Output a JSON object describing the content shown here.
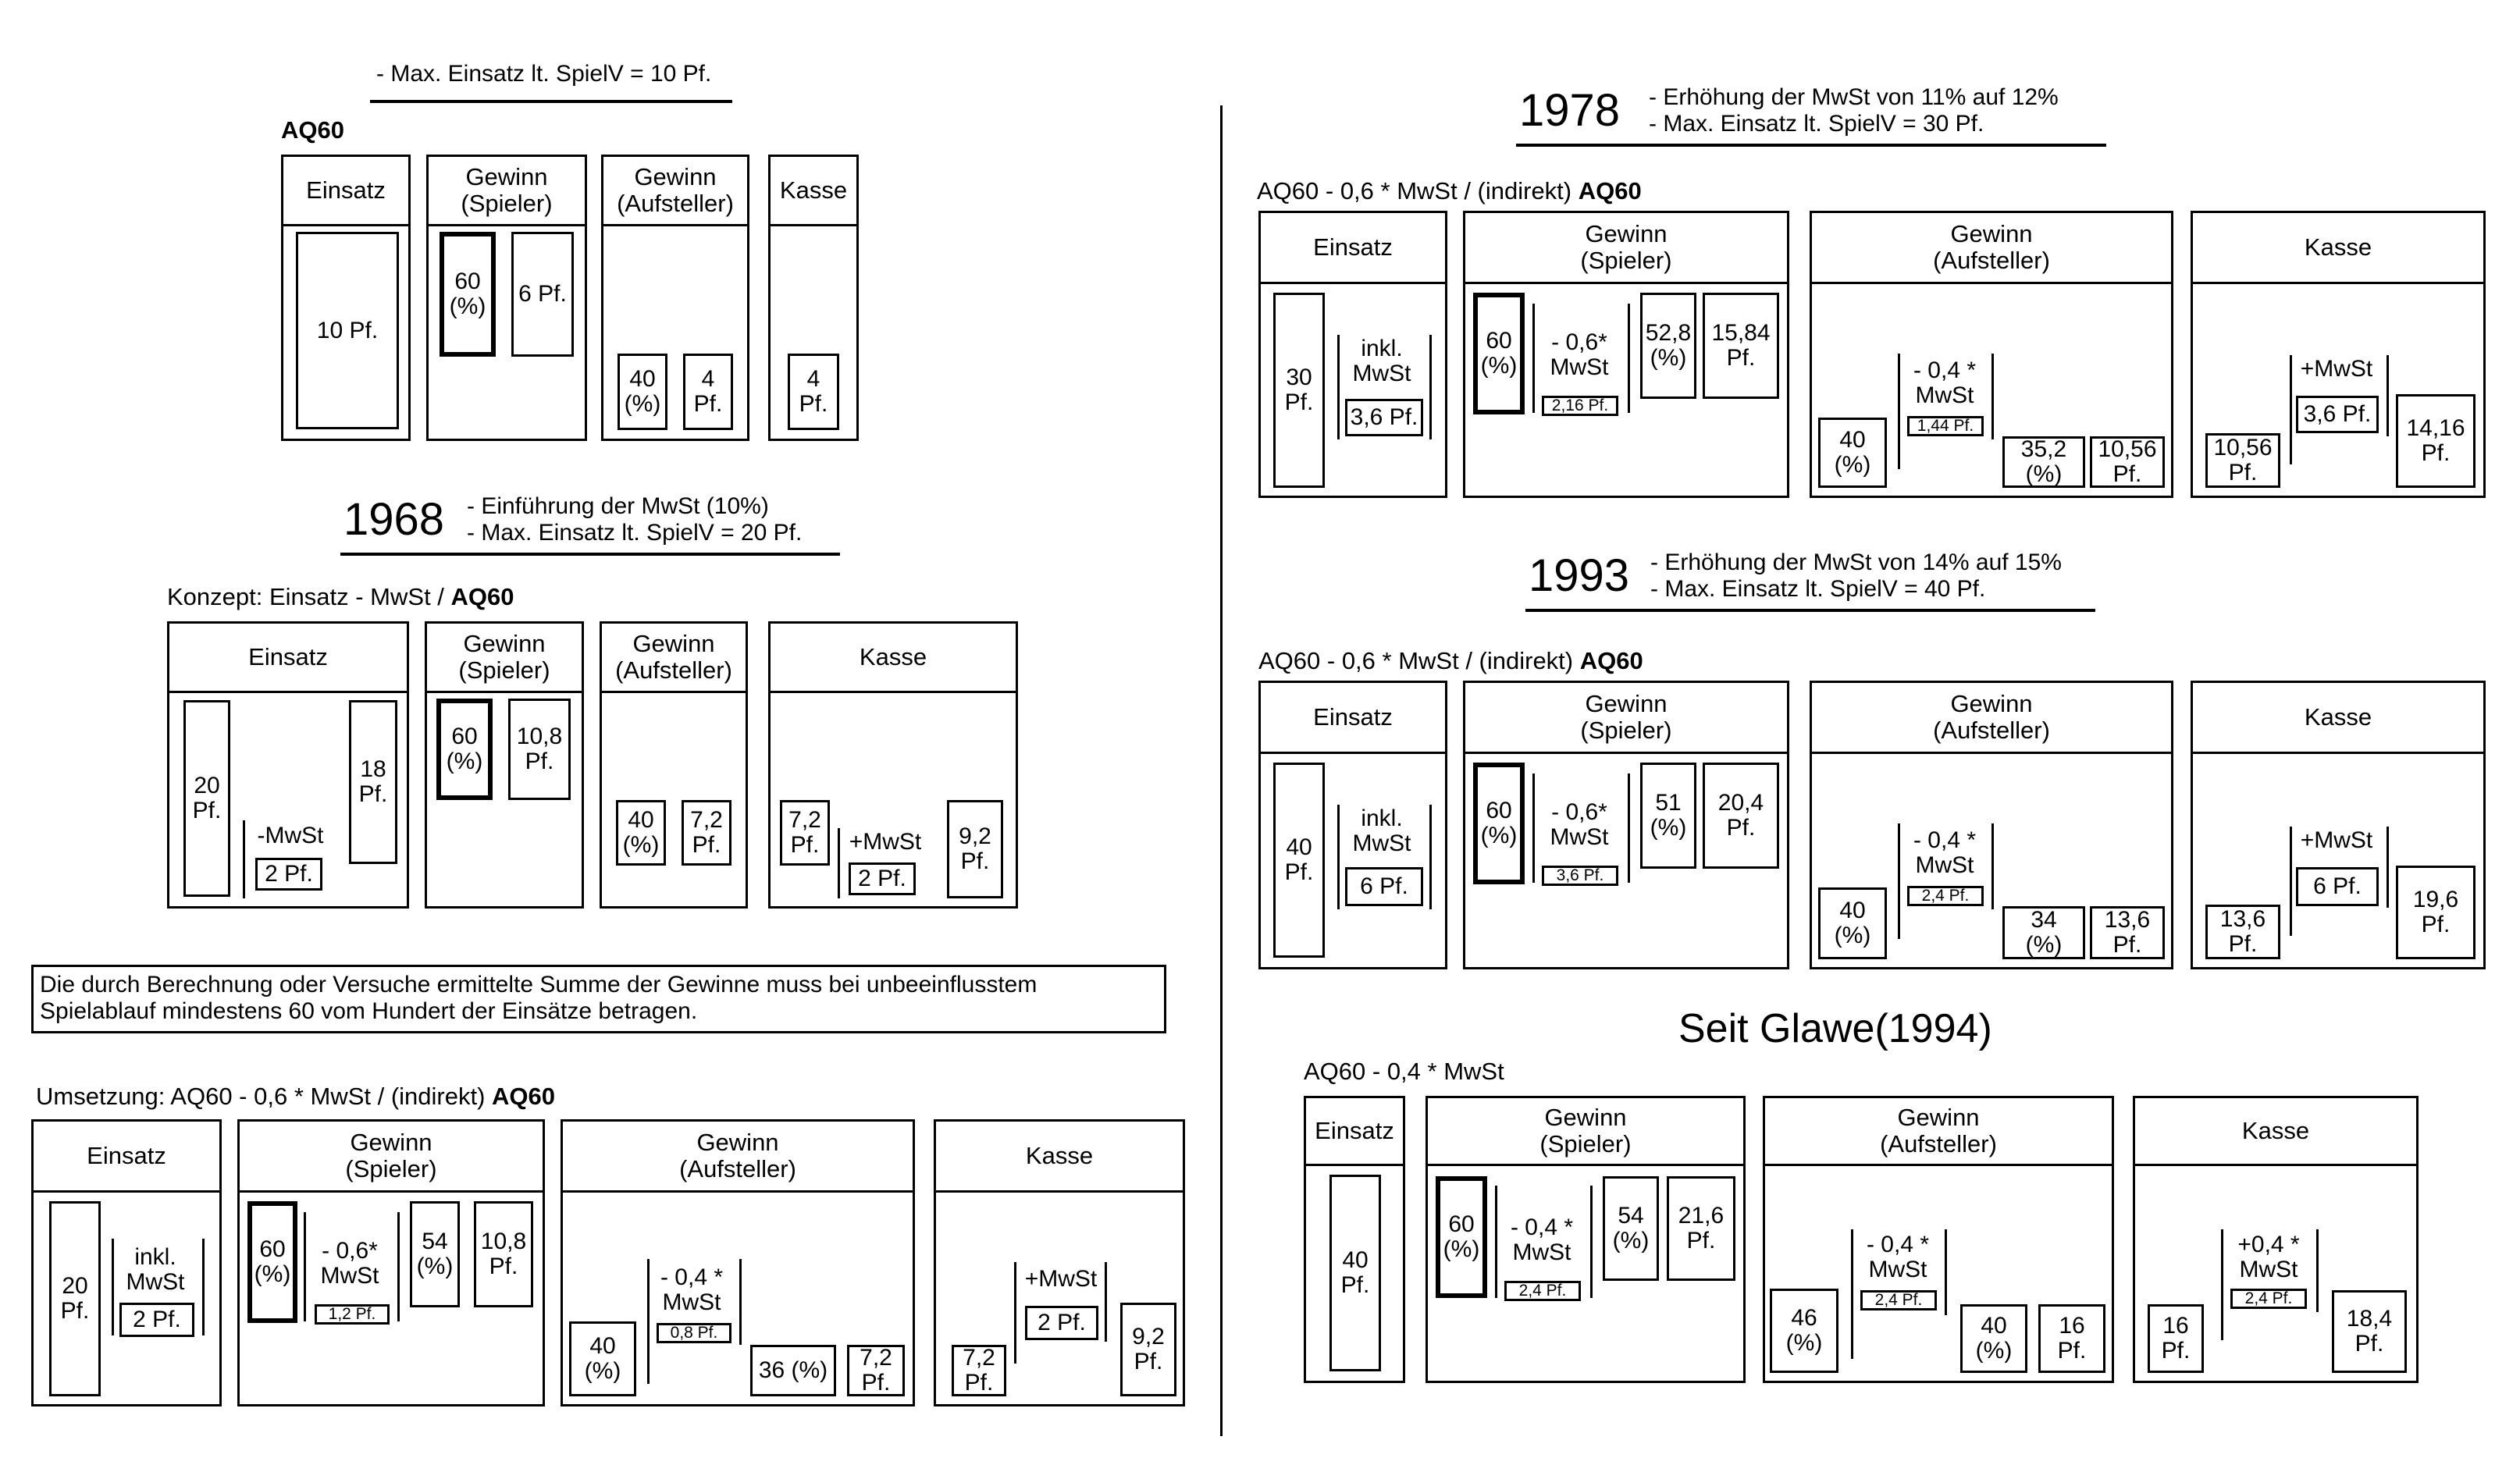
{
  "divider_color": "#000000",
  "s0": {
    "note": "Max. Einsatz lt. SpielV = 10 Pf.",
    "label": "AQ60",
    "einsatz_hdr": "Einsatz",
    "einsatz_val": "10 Pf.",
    "gewinn_spieler_hdr": "Gewinn\n(Spieler)",
    "spieler_pct": "60\n(%)",
    "spieler_val": "6 Pf.",
    "gewinn_aufsteller_hdr": "Gewinn\n(Aufsteller)",
    "aufsteller_pct": "40\n(%)",
    "aufsteller_val": "4\nPf.",
    "kasse_hdr": "Kasse",
    "kasse_val": "4\nPf."
  },
  "s1968": {
    "year": "1968",
    "notes": "- Einführung der MwSt (10%)\n- Max. Einsatz lt. SpielV = 20 Pf.",
    "label_pre": "Konzept: Einsatz - MwSt / ",
    "label_bold": "AQ60",
    "einsatz_hdr": "Einsatz",
    "einsatz_val": "20\nPf.",
    "mwst_label": "-MwSt",
    "mwst_val": "2 Pf.",
    "net_val": "18\nPf.",
    "gewinn_spieler_hdr": "Gewinn\n(Spieler)",
    "spieler_pct": "60\n(%)",
    "spieler_val": "10,8\nPf.",
    "gewinn_aufsteller_hdr": "Gewinn\n(Aufsteller)",
    "aufsteller_pct": "40\n(%)",
    "aufsteller_val": "7,2\nPf.",
    "kasse_hdr": "Kasse",
    "kasse_in": "7,2\nPf.",
    "kasse_mwst_label": "+MwSt",
    "kasse_mwst_val": "2 Pf.",
    "kasse_out": "9,2\nPf."
  },
  "rule_text": "Die durch Berechnung oder Versuche ermittelte Summe der Gewinne muss bei unbeeinflusstem\nSpielablauf mindestens 60 vom Hundert der Einsätze betragen.",
  "umsetzung": {
    "label_pre": "Umsetzung: AQ60 - 0,6 * MwSt / (indirekt) ",
    "label_bold": "AQ60",
    "einsatz_hdr": "Einsatz",
    "einsatz_val": "20\nPf.",
    "inkl_label": "inkl.\nMwSt",
    "inkl_val": "2 Pf.",
    "gewinn_spieler_hdr": "Gewinn\n(Spieler)",
    "spieler_base": "60\n(%)",
    "spieler_mwst_label": "- 0,6*\nMwSt",
    "spieler_mwst_val": "1,2 Pf.",
    "spieler_pct": "54\n(%)",
    "spieler_val": "10,8\nPf.",
    "gewinn_aufsteller_hdr": "Gewinn\n(Aufsteller)",
    "aufsteller_base": "40\n(%)",
    "aufsteller_mwst_label": "- 0,4 *\nMwSt",
    "aufsteller_mwst_val": "0,8 Pf.",
    "aufsteller_pct": "36 (%)",
    "aufsteller_val": "7,2\nPf.",
    "kasse_hdr": "Kasse",
    "kasse_in": "7,2\nPf.",
    "kasse_mwst_label": "+MwSt",
    "kasse_mwst_val": "2 Pf.",
    "kasse_out": "9,2\nPf."
  },
  "s1978": {
    "year": "1978",
    "notes": "- Erhöhung der MwSt von 11% auf 12%\n- Max. Einsatz lt. SpielV = 30 Pf.",
    "label_pre": "AQ60 - 0,6 * MwSt / (indirekt) ",
    "label_bold": "AQ60",
    "einsatz_hdr": "Einsatz",
    "einsatz_val": "30\nPf.",
    "inkl_label": "inkl.\nMwSt",
    "inkl_val": "3,6 Pf.",
    "gewinn_spieler_hdr": "Gewinn\n(Spieler)",
    "spieler_base": "60\n(%)",
    "spieler_mwst_label": "- 0,6*\nMwSt",
    "spieler_mwst_val": "2,16 Pf.",
    "spieler_pct": "52,8\n(%)",
    "spieler_val": "15,84\nPf.",
    "gewinn_aufsteller_hdr": "Gewinn\n(Aufsteller)",
    "aufsteller_base": "40\n(%)",
    "aufsteller_mwst_label": "- 0,4 *\nMwSt",
    "aufsteller_mwst_val": "1,44 Pf.",
    "aufsteller_pct": "35,2\n(%)",
    "aufsteller_val": "10,56\nPf.",
    "kasse_hdr": "Kasse",
    "kasse_in": "10,56\nPf.",
    "kasse_mwst_label": "+MwSt",
    "kasse_mwst_val": "3,6 Pf.",
    "kasse_out": "14,16\nPf."
  },
  "s1993": {
    "year": "1993",
    "notes": "- Erhöhung der MwSt von 14% auf 15%\n- Max. Einsatz lt. SpielV = 40 Pf.",
    "label_pre": "AQ60 - 0,6 * MwSt / (indirekt) ",
    "label_bold": "AQ60",
    "einsatz_hdr": "Einsatz",
    "einsatz_val": "40\nPf.",
    "inkl_label": "inkl.\nMwSt",
    "inkl_val": "6 Pf.",
    "gewinn_spieler_hdr": "Gewinn\n(Spieler)",
    "spieler_base": "60\n(%)",
    "spieler_mwst_label": "- 0,6*\nMwSt",
    "spieler_mwst_val": "3,6 Pf.",
    "spieler_pct": "51\n(%)",
    "spieler_val": "20,4\nPf.",
    "gewinn_aufsteller_hdr": "Gewinn\n(Aufsteller)",
    "aufsteller_base": "40\n(%)",
    "aufsteller_mwst_label": "- 0,4 *\nMwSt",
    "aufsteller_mwst_val": "2,4 Pf.",
    "aufsteller_pct": "34\n(%)",
    "aufsteller_val": "13,6\nPf.",
    "kasse_hdr": "Kasse",
    "kasse_in": "13,6\nPf.",
    "kasse_mwst_label": "+MwSt",
    "kasse_mwst_val": "6 Pf.",
    "kasse_out": "19,6\nPf."
  },
  "glawe": {
    "title": "Seit Glawe(1994)",
    "label": "AQ60 - 0,4 * MwSt",
    "einsatz_hdr": "Einsatz",
    "einsatz_val": "40\nPf.",
    "gewinn_spieler_hdr": "Gewinn\n(Spieler)",
    "spieler_base": "60\n(%)",
    "spieler_mwst_label": "- 0,4 *\nMwSt",
    "spieler_mwst_val": "2,4 Pf.",
    "spieler_pct": "54\n(%)",
    "spieler_val": "21,6\nPf.",
    "gewinn_aufsteller_hdr": "Gewinn\n(Aufsteller)",
    "aufsteller_base": "46\n(%)",
    "aufsteller_mwst_label": "- 0,4 *\nMwSt",
    "aufsteller_mwst_val": "2,4 Pf.",
    "aufsteller_pct": "40\n(%)",
    "aufsteller_val": "16\nPf.",
    "kasse_hdr": "Kasse",
    "kasse_in": "16\nPf.",
    "kasse_mwst_label": "+0,4 *\nMwSt",
    "kasse_mwst_val": "2,4 Pf.",
    "kasse_out": "18,4\nPf."
  }
}
